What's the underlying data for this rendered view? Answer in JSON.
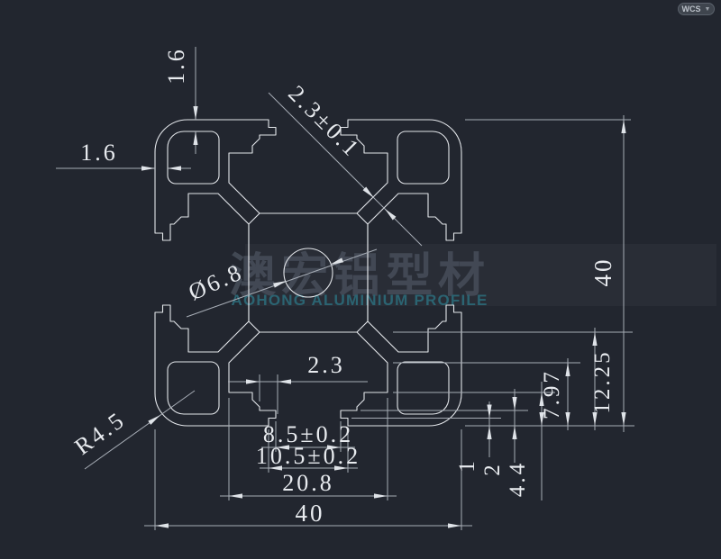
{
  "app": {
    "wcs_label": "WCS"
  },
  "watermark": {
    "title": "澳宏铝型材",
    "subtitle": "AOHONG ALUMINIUM PROFILE"
  },
  "drawing": {
    "description": "4040 aluminium extrusion profile cross-section with dimensions",
    "dims": {
      "top_wall": "1.6",
      "left_wall": "1.6",
      "diag_web": "2.3±0.1",
      "center_bore": "Ø6.8",
      "corner_radius": "R4.5",
      "slot_lip": "2.3",
      "slot_opening": "8.5±0.2",
      "slot_step": "10.5±0.2",
      "slot_cavity": "20.8",
      "overall_width": "40",
      "overall_height": "40",
      "step1_depth": "1",
      "step2_depth": "2",
      "lip_depth": "4.4",
      "cavity_wall_depth": "7.97",
      "cavity_floor_depth": "12.25"
    },
    "colors": {
      "background": "#22262f",
      "profile_line": "#e3e6ea",
      "dimension_line": "#a7adb6",
      "dimension_text": "#e8ebef",
      "watermark_text": "#454c58",
      "watermark_subtitle": "#2b6472"
    }
  }
}
